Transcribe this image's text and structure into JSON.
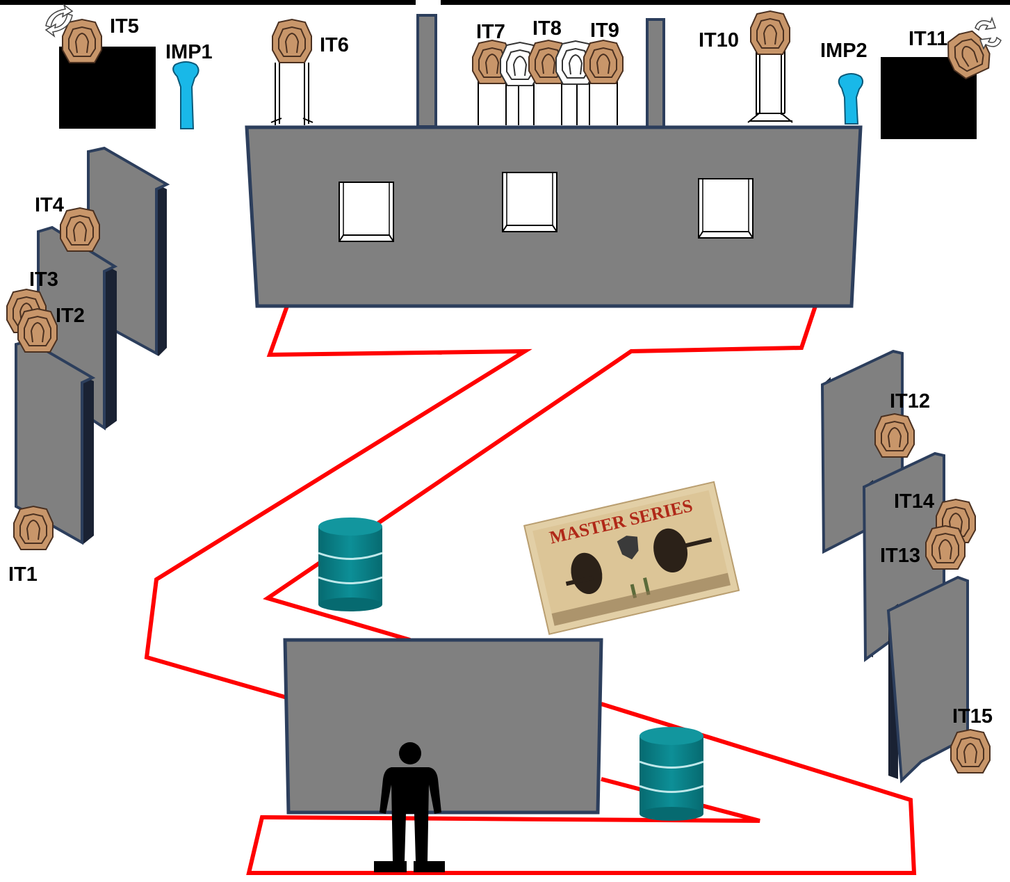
{
  "targets": {
    "IT1": "IT1",
    "IT2": "IT2",
    "IT3": "IT3",
    "IT4": "IT4",
    "IT5": "IT5",
    "IT6": "IT6",
    "IT7": "IT7",
    "IT8": "IT8",
    "IT9": "IT9",
    "IT10": "IT10",
    "IT11": "IT11",
    "IT12": "IT12",
    "IT13": "IT13",
    "IT14": "IT14",
    "IT15": "IT15"
  },
  "poppers": {
    "IMP1": "IMP1",
    "IMP2": "IMP2"
  },
  "banner": {
    "title": "MASTER SERIES"
  },
  "colors": {
    "wall": "#808080",
    "wall_edge": "#2c3e5c",
    "path": "#ff0000",
    "target": "#c8966a",
    "no_shoot": "#ffffff",
    "popper": "#19b8e8",
    "barrel": "#0a7f86",
    "shooter": "#000000",
    "window": "#ffffff"
  },
  "icons": {
    "swinging_target": "rotate-arrows-icon",
    "steel_target": "octagon-target-icon",
    "popper": "popper-icon",
    "barrel": "barrel-icon",
    "shooter": "shooter-icon"
  }
}
